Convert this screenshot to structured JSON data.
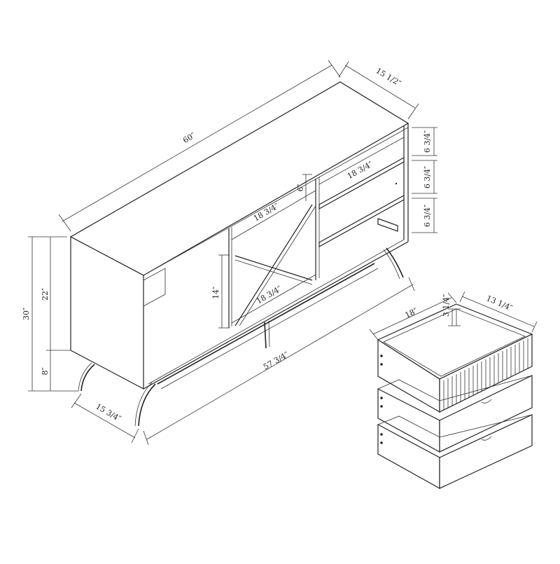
{
  "colors": {
    "line": "#222222",
    "background": "#ffffff"
  },
  "dimensions": {
    "overall_width": "60″",
    "overall_depth": "15 1/2″",
    "overall_height": "30″",
    "body_height": "22″",
    "leg_height": "8″",
    "leg_depth": "15 3/4″",
    "leg_span": "57 3/4″",
    "shelf_height_1": "6 3/4″",
    "shelf_height_2": "6 3/4″",
    "shelf_height_3": "6 3/4″",
    "right_shelf_width": "18 3/4″",
    "wine_rack_top_width": "18 3/4″",
    "wine_rack_bottom_width": "18 3/4″",
    "wine_rack_gap": "6″",
    "wine_rack_height": "14″",
    "drawer_depth": "18″",
    "drawer_width": "13 1/4″",
    "drawer_height": "3 1/4″"
  }
}
